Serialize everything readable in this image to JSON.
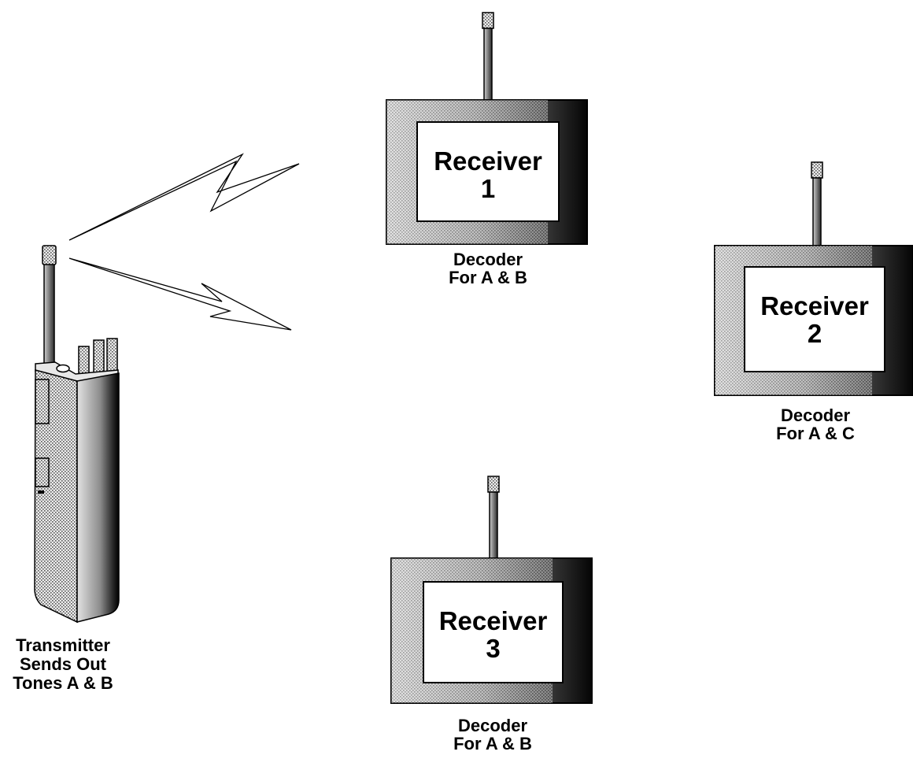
{
  "transmitter": {
    "caption": [
      "Transmitter",
      "Sends Out",
      "Tones A & B"
    ]
  },
  "receivers": [
    {
      "title": "Receiver",
      "number": "1",
      "caption": [
        "Decoder",
        "For A & B"
      ]
    },
    {
      "title": "Receiver",
      "number": "2",
      "caption": [
        "Decoder",
        "For A & C"
      ]
    },
    {
      "title": "Receiver",
      "number": "3",
      "caption": [
        "Decoder",
        "For A & B"
      ]
    }
  ],
  "colors": {
    "ink": "#000000",
    "background": "#ffffff",
    "shade_light": "#d9d9d9",
    "shade_mid": "#8a8a8a",
    "shade_dark": "#111111"
  }
}
